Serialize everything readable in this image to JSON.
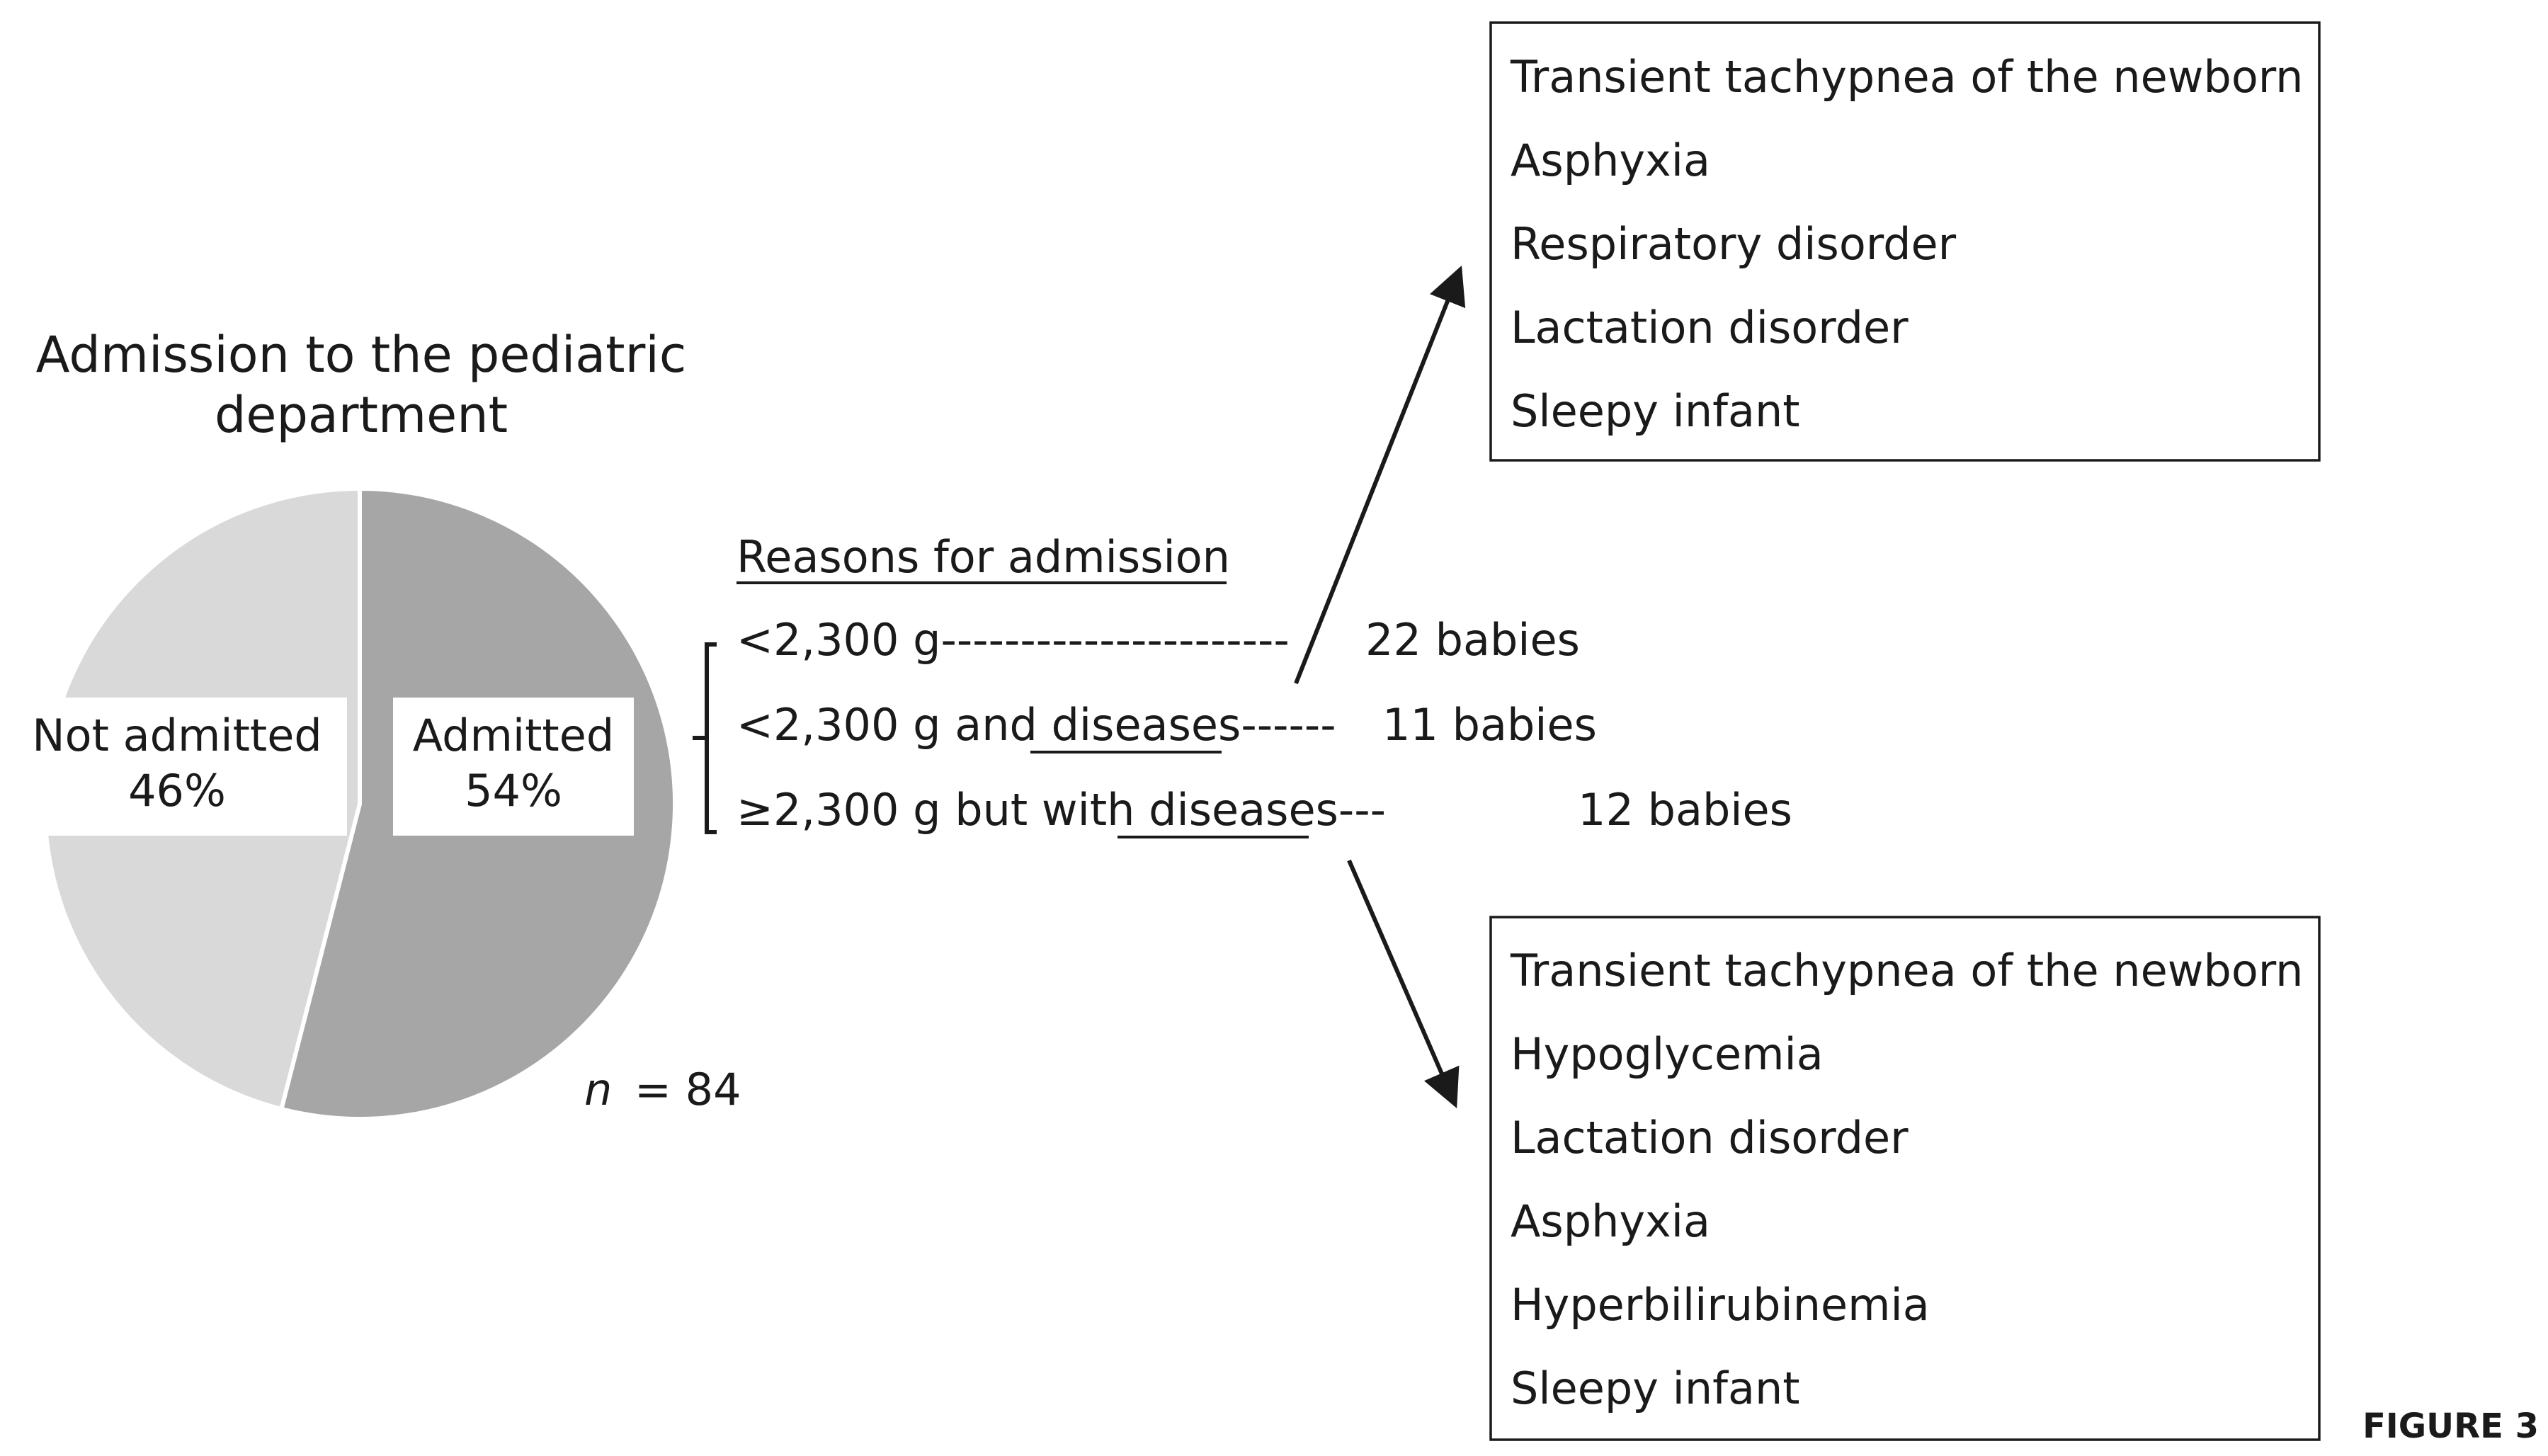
{
  "pie": {
    "title_line1": "Admission to the pediatric",
    "title_line2": "department",
    "sample_label": "n",
    "sample_value": "= 84",
    "slices": [
      {
        "label": "Admitted",
        "percent_text": "54%",
        "value": 54,
        "color": "#a6a6a6"
      },
      {
        "label": "Not admitted",
        "percent_text": "46%",
        "value": 46,
        "color": "#d9d9d9"
      }
    ]
  },
  "reasons": {
    "heading": "Reasons for admission",
    "items": [
      {
        "prefix": "<2,300 g",
        "underlined": "",
        "leader": "----------------------",
        "count": "22 babies"
      },
      {
        "prefix": "<2,300 g and ",
        "underlined": "diseases",
        "leader": "------",
        "count": "11 babies"
      },
      {
        "prefix": "≥2,300 g but with ",
        "underlined": "diseases",
        "leader": "---",
        "count": "12 babies"
      }
    ]
  },
  "upper_box": {
    "items": [
      "Transient tachypnea of the newborn",
      "Asphyxia",
      "Respiratory disorder",
      "Lactation disorder",
      "Sleepy infant"
    ]
  },
  "lower_box": {
    "items": [
      "Transient tachypnea of the newborn",
      "Hypoglycemia",
      "Lactation disorder",
      "Asphyxia",
      "Hyperbilirubinemia",
      "Sleepy infant"
    ]
  },
  "figure_label": "FIGURE 3"
}
